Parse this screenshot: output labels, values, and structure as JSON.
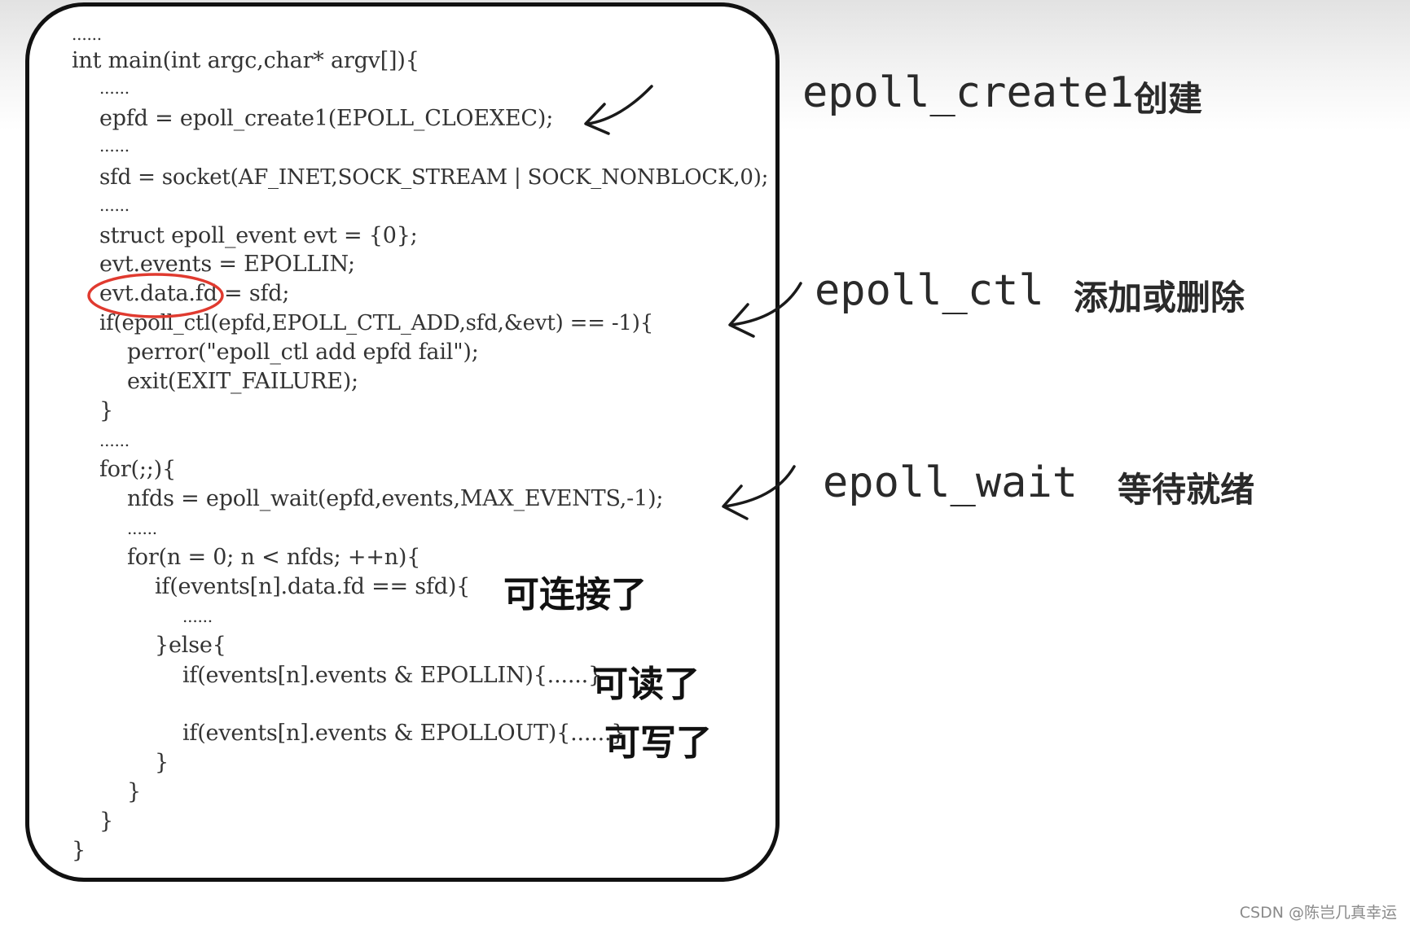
{
  "code": {
    "lines": [
      "......",
      "int main(int argc,char* argv[]){",
      "......",
      "epfd = epoll_create1(EPOLL_CLOEXEC);",
      "......",
      "sfd = socket(AF_INET,SOCK_STREAM | SOCK_NONBLOCK,0);",
      "......",
      "struct epoll_event evt = {0};",
      "evt.events = EPOLLIN;",
      "evt.data.fd = sfd;",
      "if(epoll_ctl(epfd,EPOLL_CTL_ADD,sfd,&evt) == -1){",
      "perror(\"epoll_ctl add epfd fail\");",
      "exit(EXIT_FAILURE);",
      "}",
      "......",
      "for(;;){",
      "nfds = epoll_wait(epfd,events,MAX_EVENTS,-1);",
      "......",
      "for(n = 0; n < nfds; ++n){",
      "if(events[n].data.fd == sfd){",
      "......",
      "}else{",
      "if(events[n].events & EPOLLIN){......}",
      "if(events[n].events & EPOLLOUT){......}",
      "}",
      "}",
      "}",
      "}"
    ]
  },
  "inline_notes": {
    "connectable": "可连接了",
    "readable": "可读了",
    "writable": "可写了"
  },
  "annotations": {
    "create": {
      "api": "epoll_create1",
      "desc": "创建"
    },
    "ctl": {
      "api": "epoll_ctl",
      "desc": "添加或删除"
    },
    "wait": {
      "api": "epoll_wait",
      "desc": "等待就绪"
    }
  },
  "watermark": "CSDN @陈岂几真幸运",
  "colors": {
    "highlight_circle": "#e03a2f",
    "frame": "#111111"
  }
}
